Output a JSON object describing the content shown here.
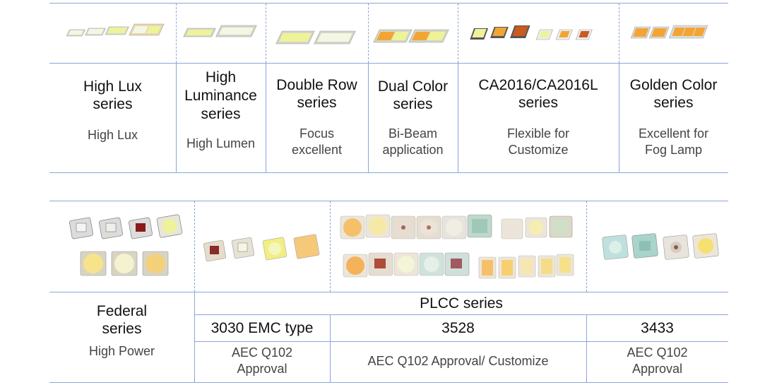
{
  "top_table": {
    "columns": [
      {
        "title": "High Lux\nseries",
        "desc": "High Lux",
        "image": "smd-led-strip-chips-icon"
      },
      {
        "title": "High\nLuminance\nseries",
        "desc": "High Lumen",
        "image": "smd-led-long-chips-icon"
      },
      {
        "title": "Double Row\nseries",
        "desc": "Focus\nexcellent",
        "image": "double-row-chips-icon"
      },
      {
        "title": "Dual Color\nseries",
        "desc": "Bi-Beam\napplication",
        "image": "dual-color-chips-icon"
      },
      {
        "title": "CA2016/CA2016L\nseries",
        "desc": "Flexible for\nCustomize",
        "image": "ca2016-chips-icon"
      },
      {
        "title": "Golden Color\nseries",
        "desc": "Excellent for\nFog Lamp",
        "image": "golden-chips-icon"
      }
    ]
  },
  "bottom_table": {
    "federal": {
      "title": "Federal\nseries",
      "desc": "High Power",
      "image": "federal-power-led-icon"
    },
    "plcc": {
      "header": "PLCC series",
      "columns": [
        {
          "type": "3030 EMC type",
          "desc": "AEC Q102\nApproval",
          "image": "emc3030-led-icon"
        },
        {
          "type": "3528",
          "desc": "AEC Q102 Approval/ Customize",
          "image": "plcc3528-led-icon"
        },
        {
          "type": "3433",
          "desc": "AEC Q102\nApproval",
          "image": "plcc3433-led-icon"
        }
      ]
    }
  },
  "colors": {
    "border": "#8aa6d8",
    "chip_yellow": "#eef39a",
    "chip_white": "#f4f6e6",
    "chip_orange": "#f2a535",
    "chip_red": "#c85a22"
  }
}
